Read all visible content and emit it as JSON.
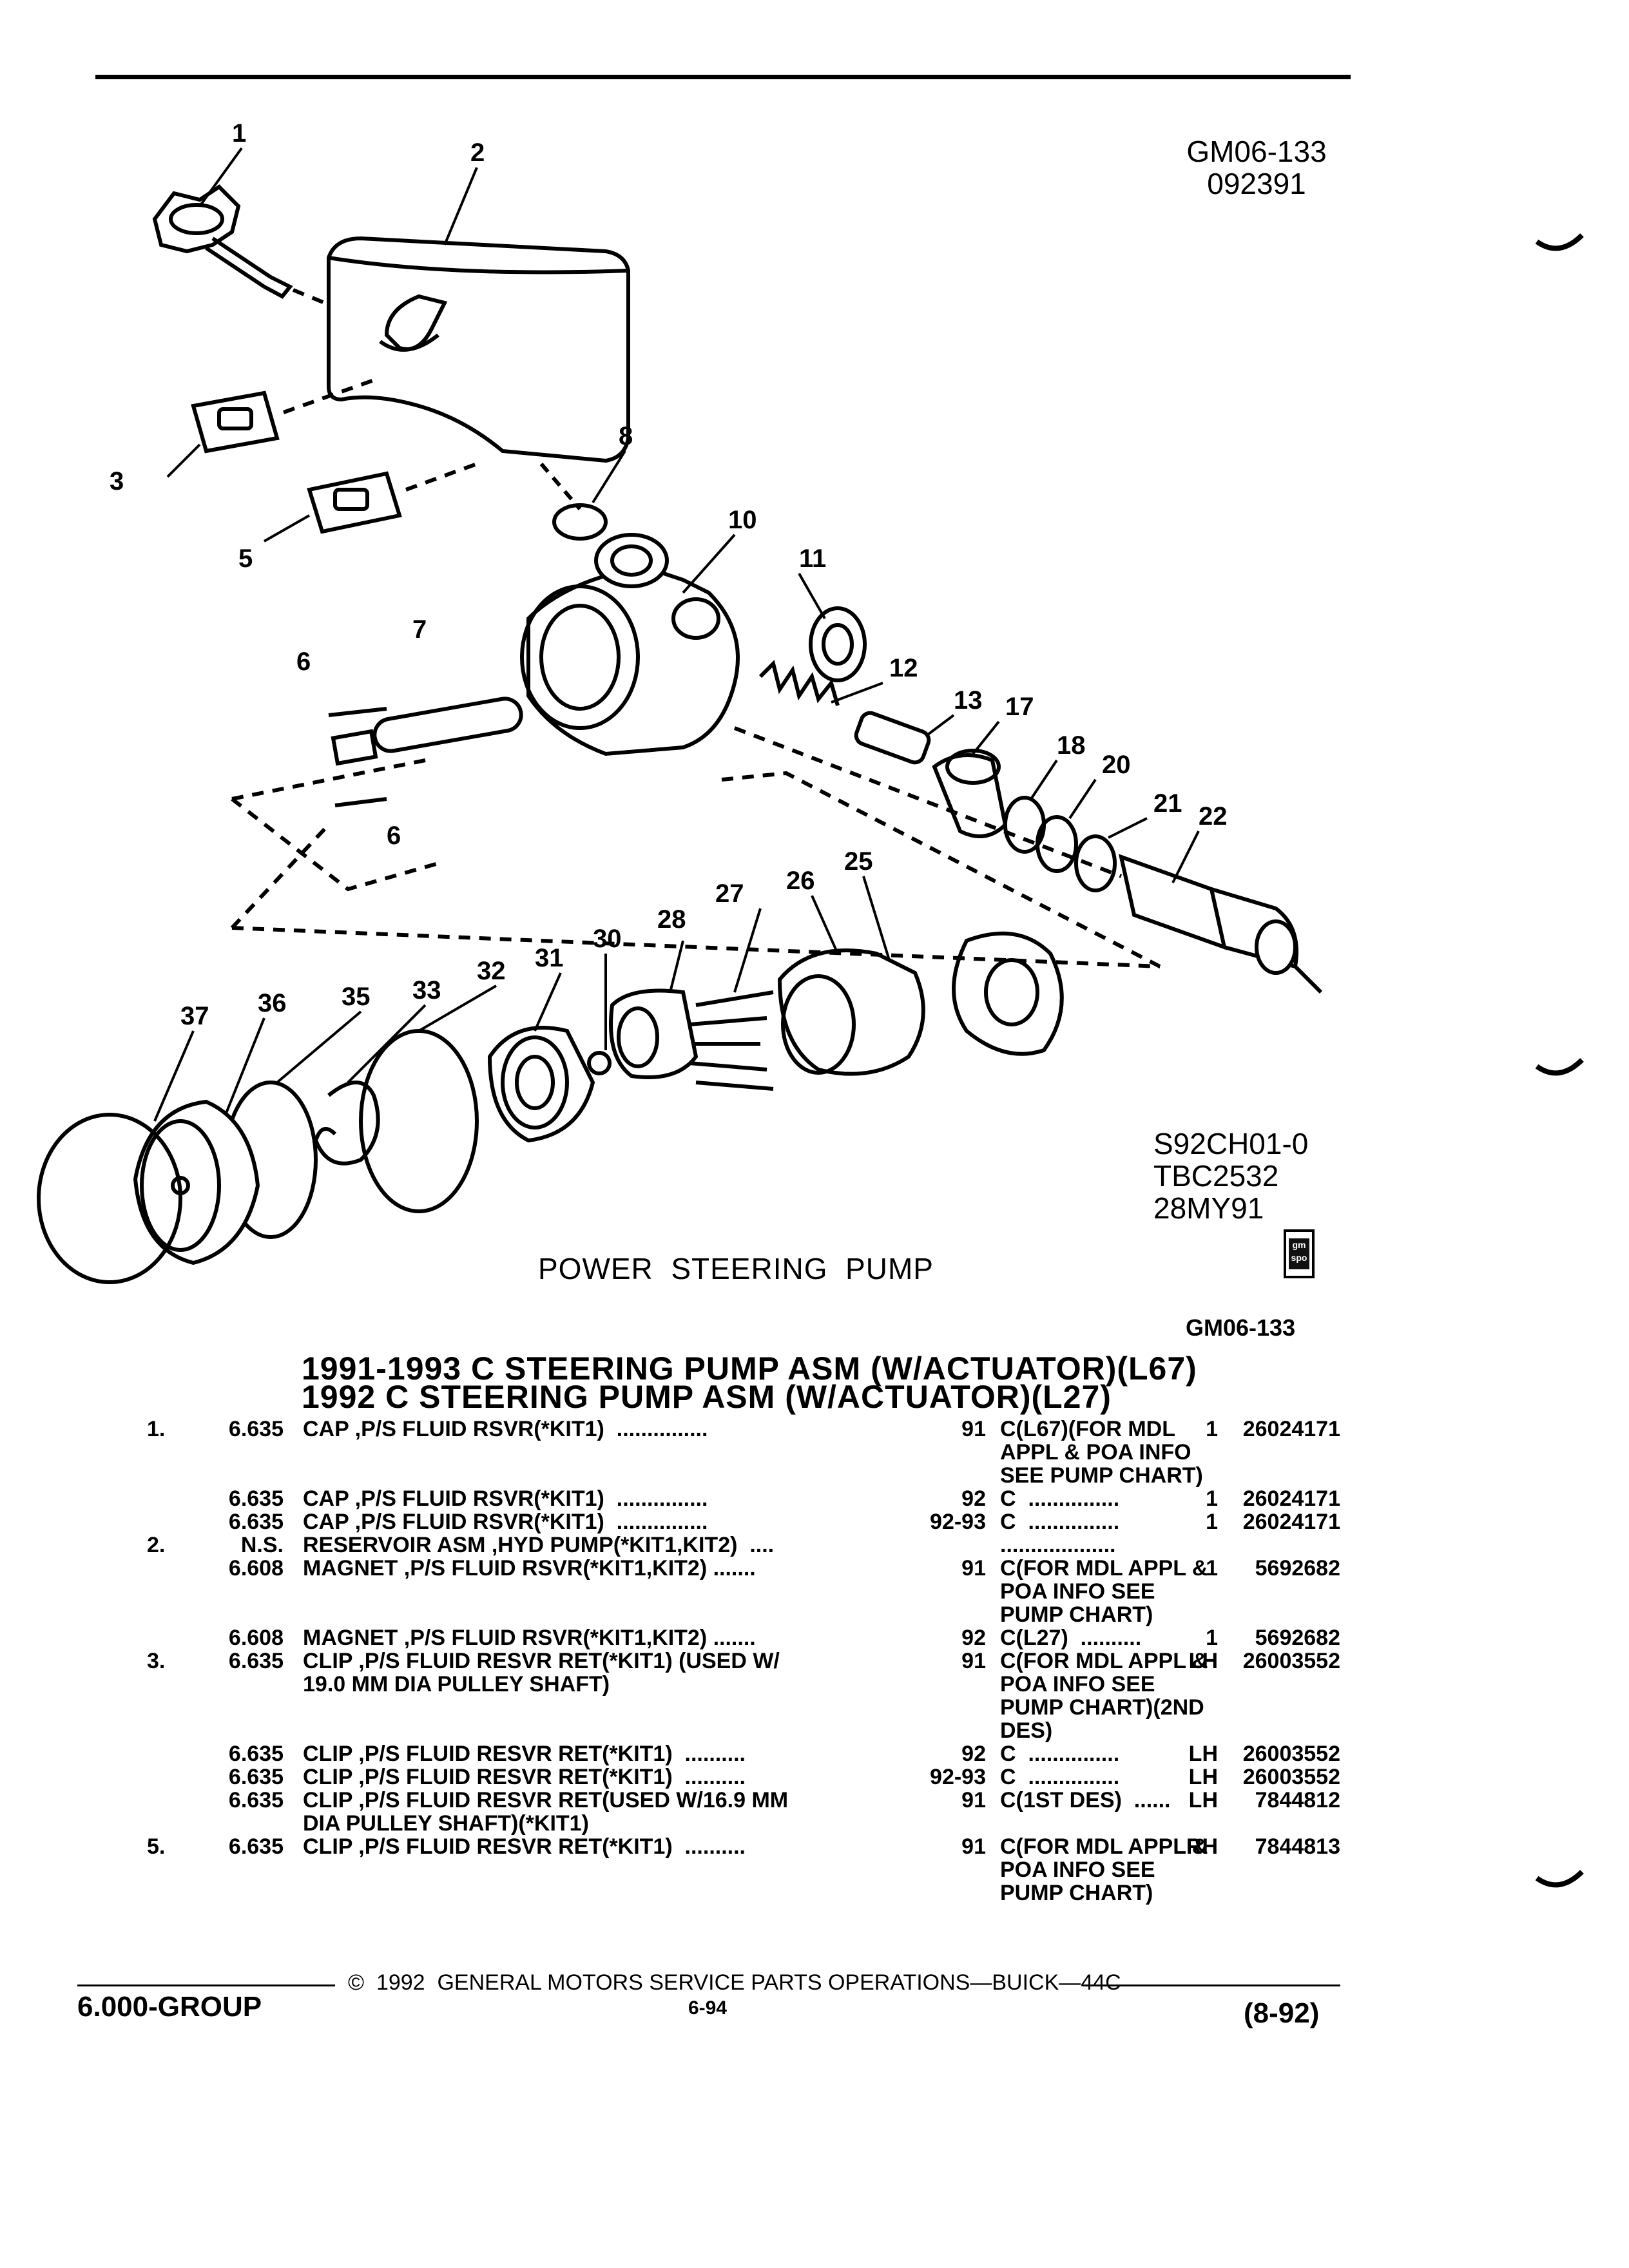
{
  "header": {
    "code_top": "GM06-133",
    "code_sub": "092391"
  },
  "diagram": {
    "callouts": [
      "1",
      "2",
      "3",
      "5",
      "6",
      "7",
      "8",
      "10",
      "11",
      "12",
      "13",
      "17",
      "18",
      "20",
      "21",
      "22",
      "25",
      "26",
      "27",
      "28",
      "30",
      "31",
      "32",
      "33",
      "35",
      "36",
      "37",
      "6"
    ],
    "ref_lines": [
      "S92CH01-0",
      "TBC2532",
      "28MY91"
    ],
    "caption": "POWER  STEERING  PUMP",
    "logo_text": "gm spo"
  },
  "section": {
    "code": "GM06-133",
    "title_line1": "1991-1993 C STEERING PUMP ASM (W/ACTUATOR)(L67)",
    "title_line2": "1992 C STEERING PUMP ASM (W/ACTUATOR)(L27)"
  },
  "rows": [
    {
      "idx": "1.",
      "grp": "6.635",
      "desc": "CAP ,P/S FLUID RSVR(*KIT1)  ...............",
      "yr": "91",
      "mdl": "C(L67)(FOR MDL",
      "qty": "1",
      "pn": "26024171"
    },
    {
      "idx": "",
      "grp": "",
      "desc": "",
      "yr": "",
      "mdl": "APPL & POA INFO",
      "qty": "",
      "pn": ""
    },
    {
      "idx": "",
      "grp": "",
      "desc": "",
      "yr": "",
      "mdl": "SEE PUMP CHART)",
      "qty": "",
      "pn": ""
    },
    {
      "idx": "",
      "grp": "6.635",
      "desc": "CAP ,P/S FLUID RSVR(*KIT1)  ...............",
      "yr": "92",
      "mdl": "C  ...............",
      "qty": "1",
      "pn": "26024171"
    },
    {
      "idx": "",
      "grp": "6.635",
      "desc": "CAP ,P/S FLUID RSVR(*KIT1)  ...............",
      "yr": "92-93",
      "mdl": "C  ...............",
      "qty": "1",
      "pn": "26024171"
    },
    {
      "idx": "2.",
      "grp": "N.S.",
      "desc": "RESERVOIR ASM ,HYD PUMP(*KIT1,KIT2)  ....",
      "yr": "",
      "mdl": "...................",
      "qty": "",
      "pn": ""
    },
    {
      "idx": "",
      "grp": "6.608",
      "desc": "MAGNET ,P/S FLUID RSVR(*KIT1,KIT2) .......",
      "yr": "91",
      "mdl": "C(FOR MDL APPL &",
      "qty": "1",
      "pn": "5692682"
    },
    {
      "idx": "",
      "grp": "",
      "desc": "",
      "yr": "",
      "mdl": "POA INFO SEE",
      "qty": "",
      "pn": ""
    },
    {
      "idx": "",
      "grp": "",
      "desc": "",
      "yr": "",
      "mdl": "PUMP CHART)",
      "qty": "",
      "pn": ""
    },
    {
      "idx": "",
      "grp": "6.608",
      "desc": "MAGNET ,P/S FLUID RSVR(*KIT1,KIT2) .......",
      "yr": "92",
      "mdl": "C(L27)  ..........",
      "qty": "1",
      "pn": "5692682"
    },
    {
      "idx": "3.",
      "grp": "6.635",
      "desc": "CLIP ,P/S FLUID RESVR RET(*KIT1) (USED W/",
      "yr": "91",
      "mdl": "C(FOR MDL APPL &",
      "qty": "LH",
      "pn": "26003552"
    },
    {
      "idx": "",
      "grp": "",
      "desc": "19.0 MM DIA PULLEY SHAFT)",
      "yr": "",
      "mdl": "POA INFO SEE",
      "qty": "",
      "pn": ""
    },
    {
      "idx": "",
      "grp": "",
      "desc": "",
      "yr": "",
      "mdl": "PUMP CHART)(2ND",
      "qty": "",
      "pn": ""
    },
    {
      "idx": "",
      "grp": "",
      "desc": "",
      "yr": "",
      "mdl": "DES)",
      "qty": "",
      "pn": ""
    },
    {
      "idx": "",
      "grp": "6.635",
      "desc": "CLIP ,P/S FLUID RESVR RET(*KIT1)  ..........",
      "yr": "92",
      "mdl": "C  ...............",
      "qty": "LH",
      "pn": "26003552"
    },
    {
      "idx": "",
      "grp": "6.635",
      "desc": "CLIP ,P/S FLUID RESVR RET(*KIT1)  ..........",
      "yr": "92-93",
      "mdl": "C  ...............",
      "qty": "LH",
      "pn": "26003552"
    },
    {
      "idx": "",
      "grp": "6.635",
      "desc": "CLIP ,P/S FLUID RESVR RET(USED W/16.9 MM",
      "yr": "91",
      "mdl": "C(1ST DES)  ......",
      "qty": "LH",
      "pn": "7844812"
    },
    {
      "idx": "",
      "grp": "",
      "desc": "DIA PULLEY SHAFT)(*KIT1)",
      "yr": "",
      "mdl": "",
      "qty": "",
      "pn": ""
    },
    {
      "idx": "5.",
      "grp": "6.635",
      "desc": "CLIP ,P/S FLUID RESVR RET(*KIT1)  ..........",
      "yr": "91",
      "mdl": "C(FOR MDL APPL &",
      "qty": "RH",
      "pn": "7844813"
    },
    {
      "idx": "",
      "grp": "",
      "desc": "",
      "yr": "",
      "mdl": "POA INFO SEE",
      "qty": "",
      "pn": ""
    },
    {
      "idx": "",
      "grp": "",
      "desc": "",
      "yr": "",
      "mdl": "PUMP CHART)",
      "qty": "",
      "pn": ""
    }
  ],
  "footer": {
    "copyright": "©  1992  GENERAL MOTORS SERVICE PARTS OPERATIONS—BUICK—44C",
    "group": "6.000-GROUP",
    "page": "6-94",
    "date": "(8-92)"
  }
}
